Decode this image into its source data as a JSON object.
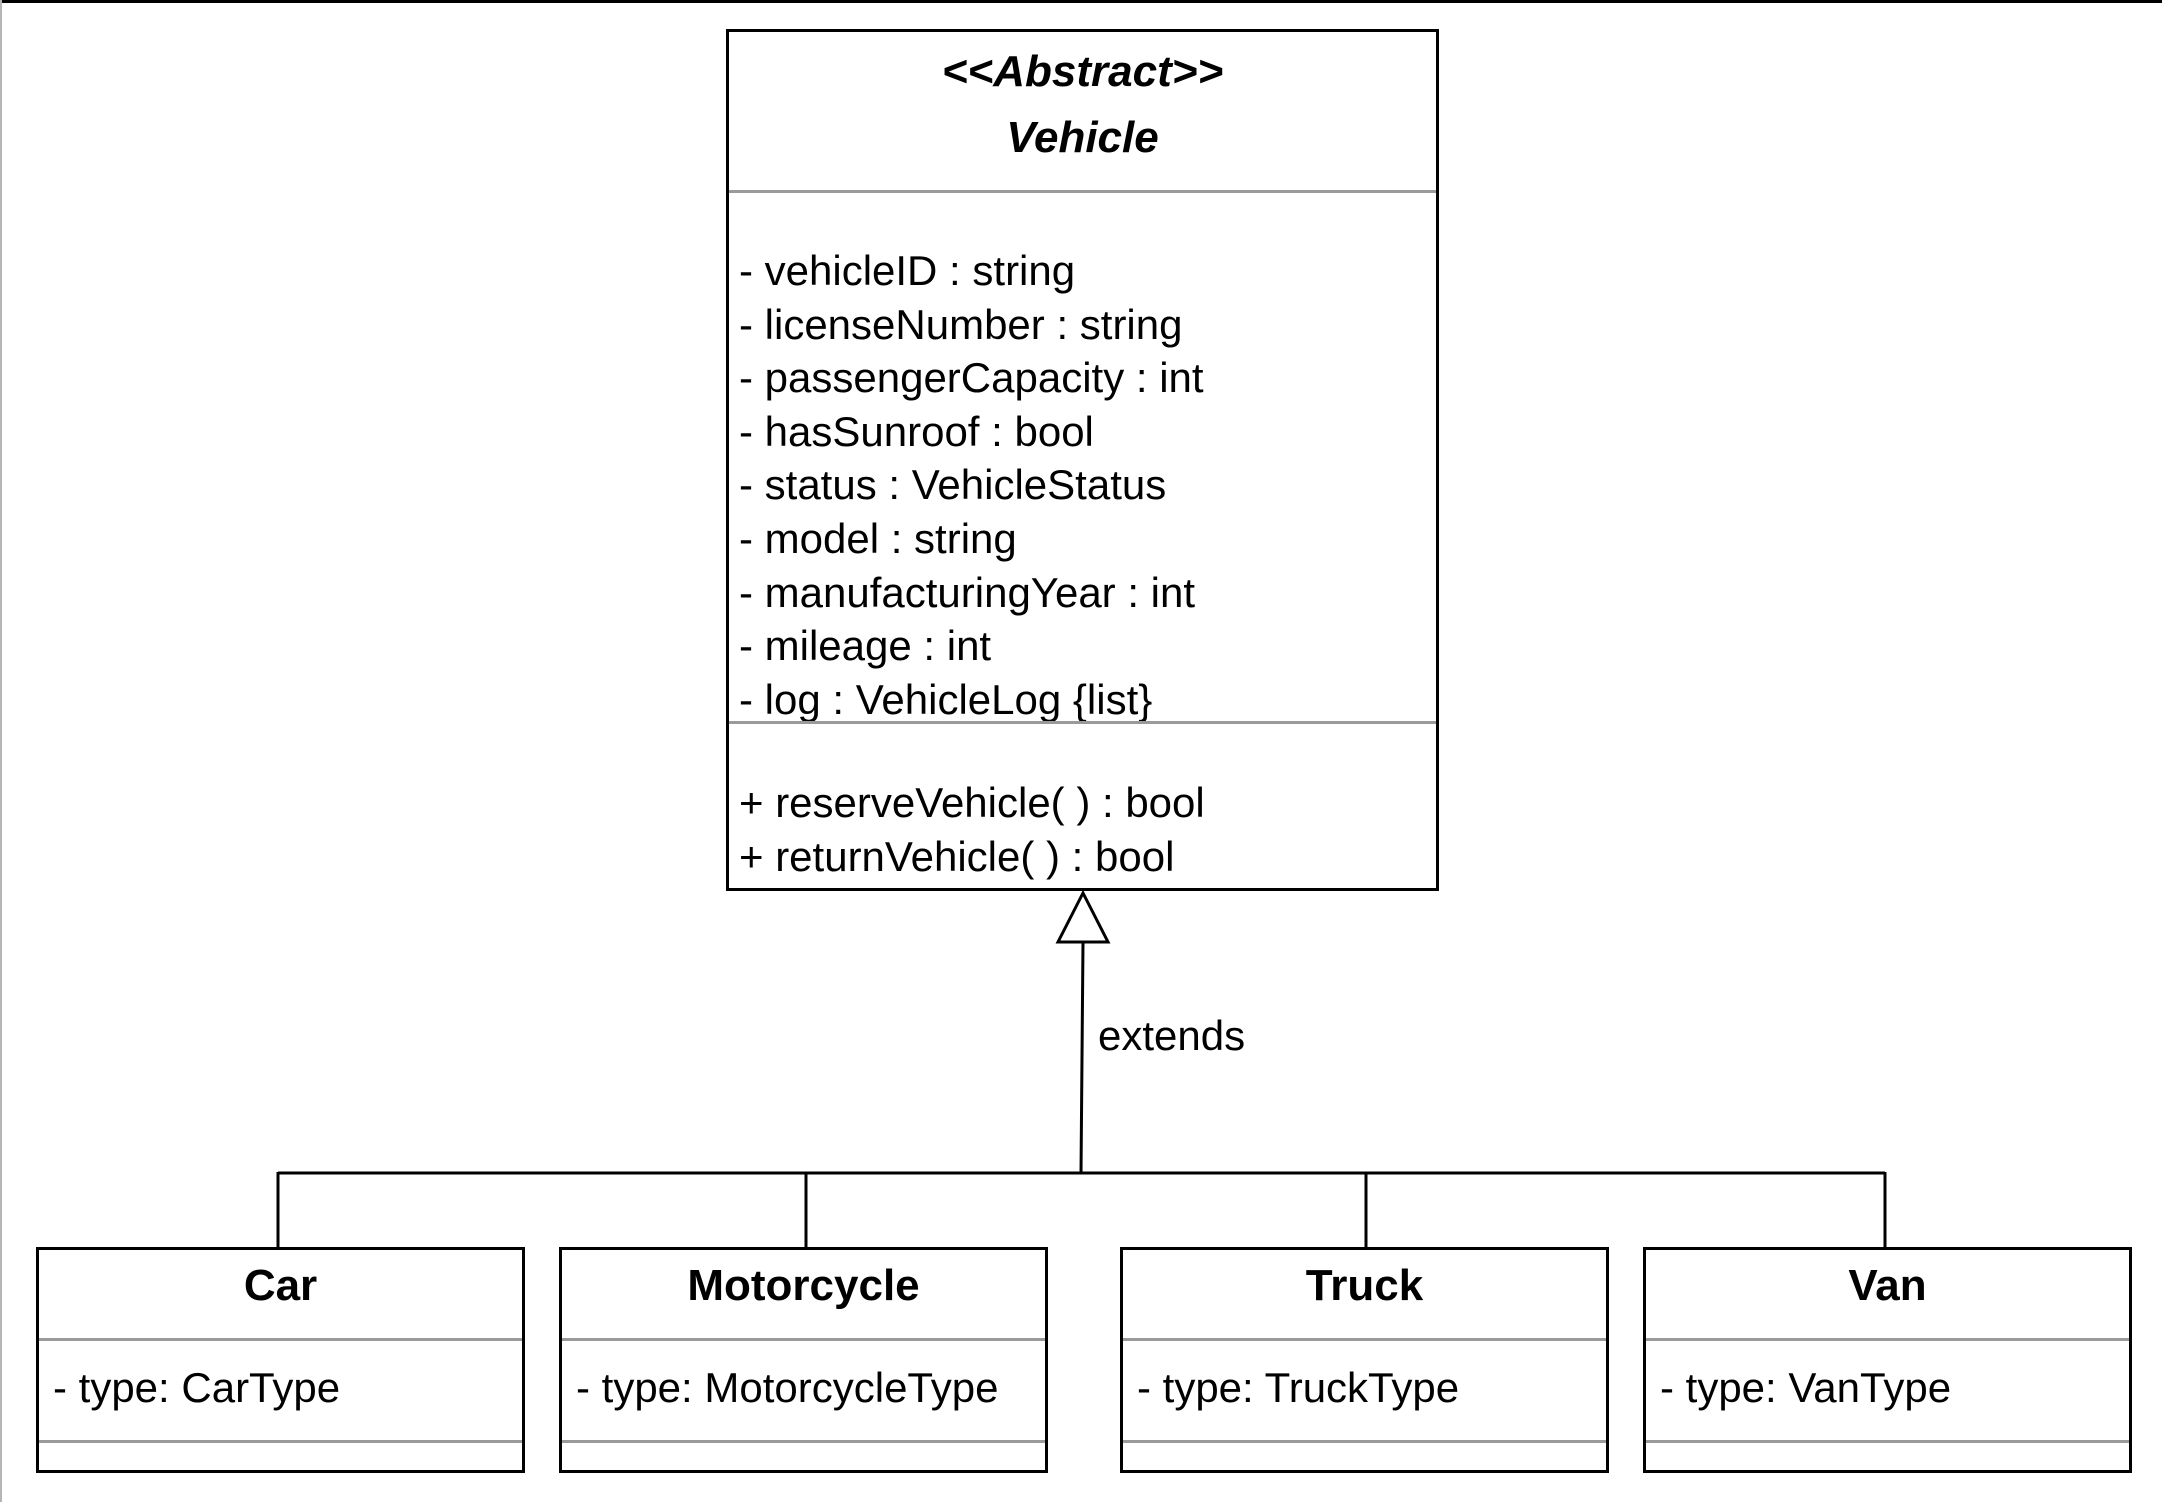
{
  "abstract_class": {
    "stereotype": "<<Abstract>>",
    "name": "Vehicle",
    "attributes": [
      "- vehicleID : string",
      "- licenseNumber : string",
      "- passengerCapacity : int",
      "- hasSunroof : bool",
      "- status : VehicleStatus",
      "- model : string",
      "- manufacturingYear : int",
      "- mileage : int",
      "- log : VehicleLog {list}"
    ],
    "methods": [
      "+ reserveVehicle( ) : bool",
      "+ returnVehicle( ) : bool"
    ]
  },
  "relationship": {
    "label": "extends"
  },
  "subclasses": [
    {
      "name": "Car",
      "attribute": "- type: CarType"
    },
    {
      "name": "Motorcycle",
      "attribute": "- type: MotorcycleType"
    },
    {
      "name": "Truck",
      "attribute": "- type: TruckType"
    },
    {
      "name": "Van",
      "attribute": "- type: VanType"
    }
  ],
  "colors": {
    "line": "#000000",
    "divider": "#9a9a9a",
    "background": "#ffffff"
  }
}
